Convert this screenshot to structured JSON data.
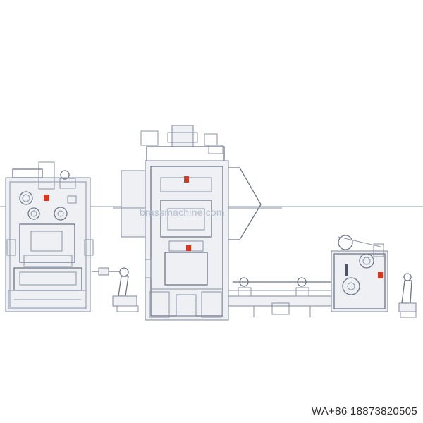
{
  "drawing": {
    "watermark": "brassmachine.com",
    "contact": "WA+86 18873820505",
    "colors": {
      "line": "#8a93a6",
      "warning_label": "#d9381e",
      "background": "#ffffff"
    },
    "components": [
      "left-press-machine",
      "left-robot-arm",
      "center-press-machine",
      "transfer-conveyor",
      "decoiler-feeder",
      "right-robot-arm"
    ]
  }
}
